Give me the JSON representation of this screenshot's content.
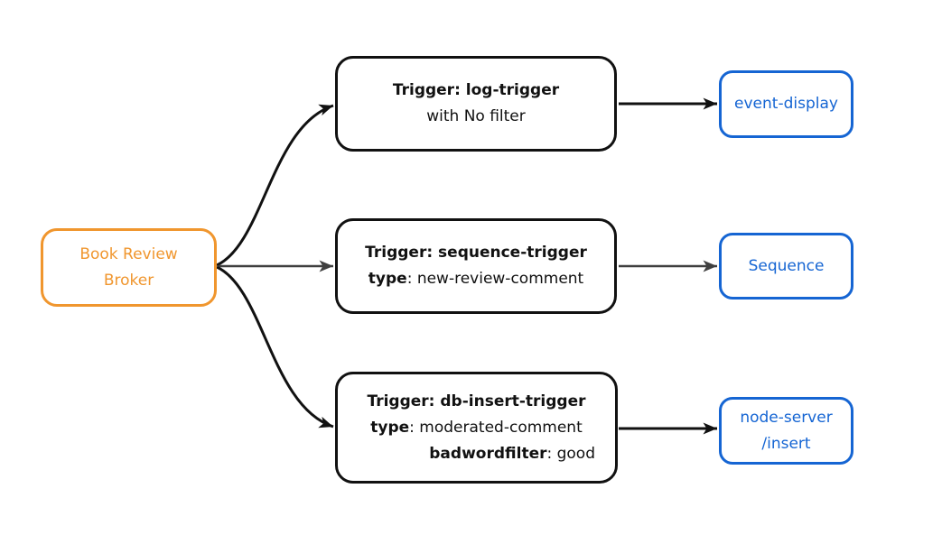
{
  "colors": {
    "broker_accent": "#F0962E",
    "sink_accent": "#1565D3",
    "node_border": "#111111",
    "text_dark": "#111111",
    "arrow_black": "#111111",
    "arrow_gray": "#3F3F3F",
    "background": "#FFFFFF"
  },
  "broker": {
    "label_line1": "Book Review",
    "label_line2": "Broker"
  },
  "triggers": [
    {
      "title": "Trigger: log-trigger",
      "subtitle": "with No filter"
    },
    {
      "title": "Trigger: sequence-trigger",
      "attr_key": "type",
      "attr_value": ": new-review-comment"
    },
    {
      "title": "Trigger: db-insert-trigger",
      "attr1_key": "type",
      "attr1_value": ": moderated-comment",
      "attr2_key": "badwordfilter",
      "attr2_value": ": good"
    }
  ],
  "sinks": [
    {
      "label": "event-display"
    },
    {
      "label": "Sequence"
    },
    {
      "label_line1": "node-server",
      "label_line2": "/insert"
    }
  ]
}
